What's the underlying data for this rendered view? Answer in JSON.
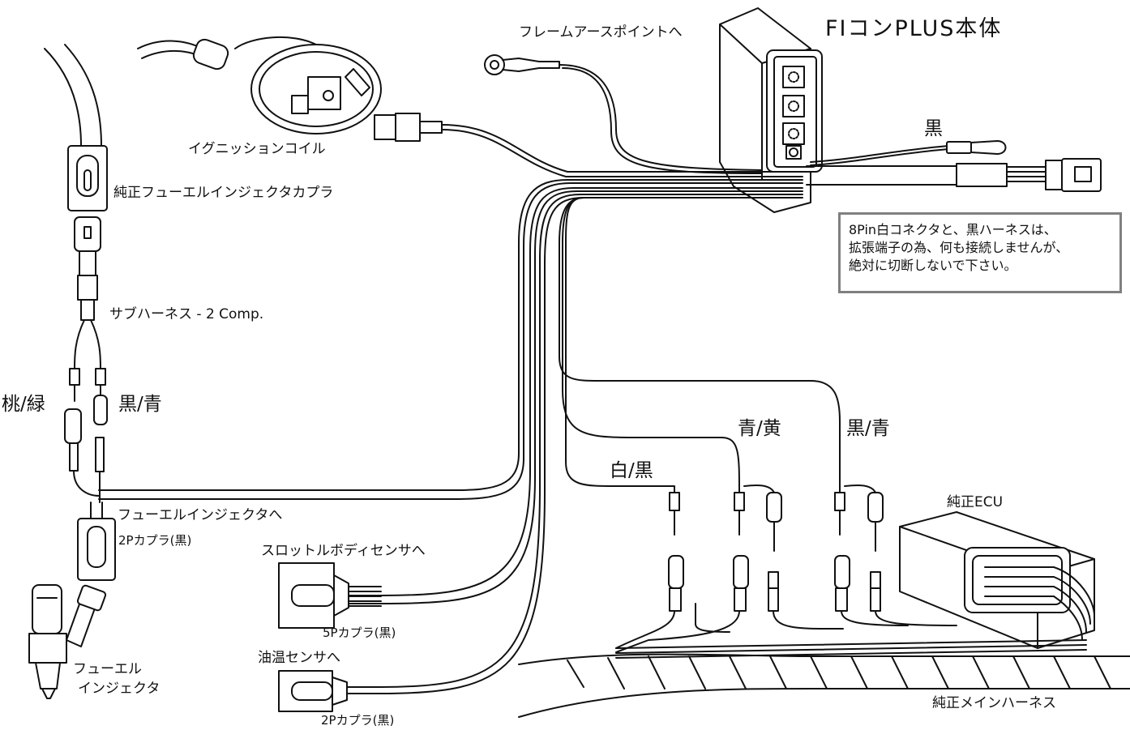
{
  "labels": {
    "unit_title": "FIコンPLUS本体",
    "frame_earth": "フレームアースポイントへ",
    "ignition_coil": "イグニッションコイル",
    "stock_coupler": "純正フューエルインジェクタカプラ",
    "sub_harness": "サブハーネス - 2 Comp.",
    "pink_green": "桃/緑",
    "black_blue_left": "黒/青",
    "fuel_injector_to": "フューエルインジェクタへ",
    "coupler_2p_1": "2Pカプラ(黒)",
    "throttle_sensor": "スロットルボディセンサへ",
    "coupler_5p": "5Pカプラ(黒)",
    "oil_temp": "油温センサへ",
    "coupler_2p_2": "2Pカプラ(黒)",
    "fuel_injector_1": "フューエル",
    "fuel_injector_2": "インジェクタ",
    "black": "黒",
    "white_black": "白/黒",
    "blue_yellow": "青/黄",
    "black_blue_right": "黒/青",
    "stock_ecu": "純正ECU",
    "main_harness": "純正メインハーネス"
  },
  "note": {
    "line1": "8Pin白コネクタと、黒ハーネスは、",
    "line2": "拡張端子の為、何も接続しませんが、",
    "line3": "絶対に切断しないで下さい。"
  }
}
